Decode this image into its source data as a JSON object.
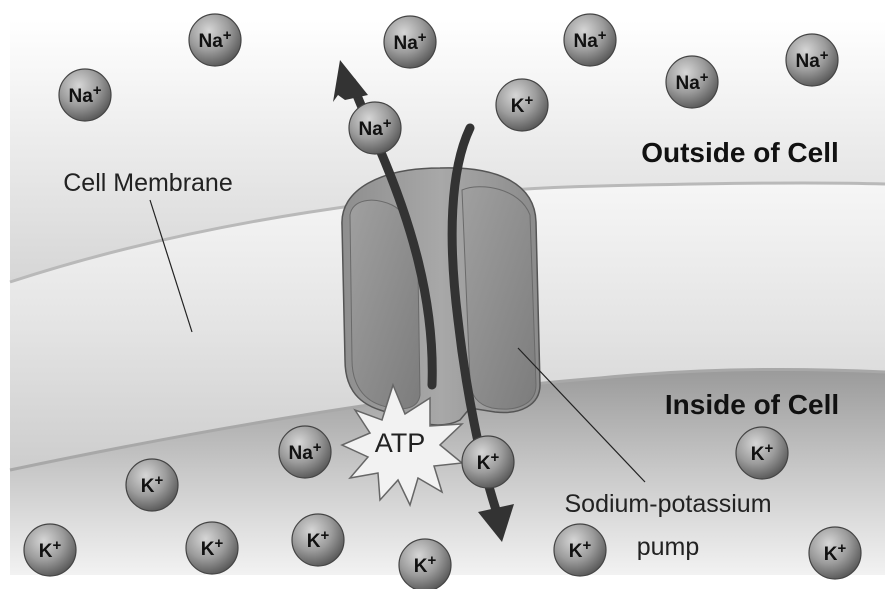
{
  "labels": {
    "outside": "Outside of Cell",
    "inside": "Inside of Cell",
    "membrane": "Cell Membrane",
    "pump_line1": "Sodium-potassium",
    "pump_line2": "pump",
    "atp": "ATP"
  },
  "ion_labels": {
    "sodium": "Na",
    "potassium": "K",
    "charge": "+"
  },
  "ions": [
    {
      "type": "sodium",
      "region": "outside"
    },
    {
      "type": "sodium",
      "region": "outside"
    },
    {
      "type": "sodium",
      "region": "outside"
    },
    {
      "type": "sodium",
      "region": "outside"
    },
    {
      "type": "sodium",
      "region": "outside"
    },
    {
      "type": "sodium",
      "region": "outside"
    },
    {
      "type": "potassium",
      "region": "outside"
    },
    {
      "type": "sodium",
      "region": "channel"
    },
    {
      "type": "sodium",
      "region": "inside"
    },
    {
      "type": "potassium",
      "region": "channel"
    },
    {
      "type": "potassium",
      "region": "inside"
    },
    {
      "type": "potassium",
      "region": "inside"
    },
    {
      "type": "potassium",
      "region": "inside"
    },
    {
      "type": "potassium",
      "region": "inside"
    },
    {
      "type": "potassium",
      "region": "inside"
    },
    {
      "type": "potassium",
      "region": "inside"
    },
    {
      "type": "potassium",
      "region": "inside"
    },
    {
      "type": "potassium",
      "region": "inside"
    }
  ]
}
